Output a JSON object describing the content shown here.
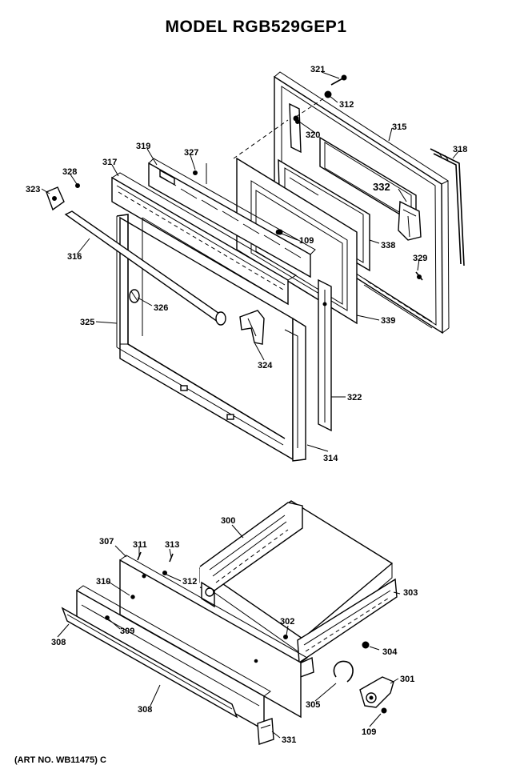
{
  "title": "MODEL RGB529GEP1",
  "art_number": "(ART NO. WB11475) C",
  "part_labels": {
    "p300": "300",
    "p301": "301",
    "p302": "302",
    "p303": "303",
    "p304": "304",
    "p305": "305",
    "p307": "307",
    "p308a": "308",
    "p308b": "308",
    "p309": "309",
    "p310": "310",
    "p311": "311",
    "p312a": "312",
    "p312b": "312",
    "p313": "313",
    "p314": "314",
    "p315": "315",
    "p316": "316",
    "p317": "317",
    "p318": "318",
    "p319": "319",
    "p320": "320",
    "p321": "321",
    "p322": "322",
    "p323": "323",
    "p324": "324",
    "p325": "325",
    "p326": "326",
    "p327": "327",
    "p328": "328",
    "p329": "329",
    "p331": "331",
    "p332": "332",
    "p338": "338",
    "p339": "339",
    "p109a": "109",
    "p109b": "109"
  }
}
